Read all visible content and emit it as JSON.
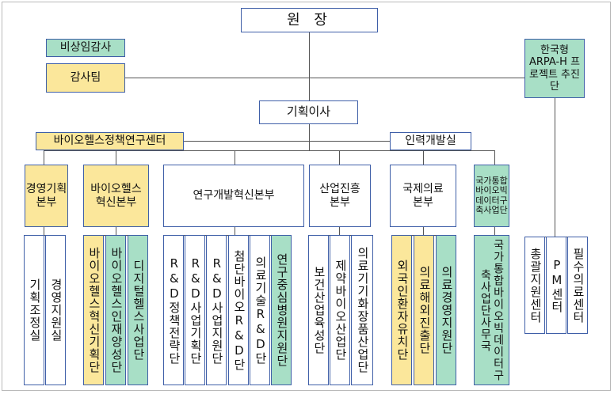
{
  "top": {
    "director": "원 장",
    "auditor": "비상임감사",
    "audit_team": "감사팀",
    "arpah": "한국형 ARPA-H 프로젝트 추진단",
    "planning_director": "기획이사",
    "bio_policy_center": "바이오헬스정책연구센터",
    "hr_office": "인력개발실"
  },
  "divisions": [
    {
      "name": "경영기획본부",
      "units": [
        "기획조정실",
        "경영지원실"
      ]
    },
    {
      "name": "바이오헬스 혁신본부",
      "units": [
        "바이오헬스혁신기획단",
        "바이오헬스인재양성단",
        "디지털헬스사업단"
      ]
    },
    {
      "name": "연구개발혁신본부",
      "units": [
        "R&D정책전략단",
        "R&D사업기획단",
        "R&D사업지원단",
        "첨단바이오R&D단",
        "의료기술R&D단",
        "연구중심병원지원단"
      ]
    },
    {
      "name": "산업진흥 본부",
      "units": [
        "보건산업육성단",
        "제약바이오산업단",
        "의료기기화장품산업단"
      ]
    },
    {
      "name": "국제의료 본부",
      "units": [
        "외국인환자유치단",
        "의료해외진출단",
        "의료경영지원단"
      ]
    },
    {
      "name": "국가통합바이오빅데이터구축사업단",
      "units": [
        "국가통합바이오빅데이터구축사업단사무국"
      ]
    },
    {
      "name": "",
      "units": [
        "총괄지원센터",
        "PM센터",
        "필수의료센터"
      ]
    }
  ]
}
